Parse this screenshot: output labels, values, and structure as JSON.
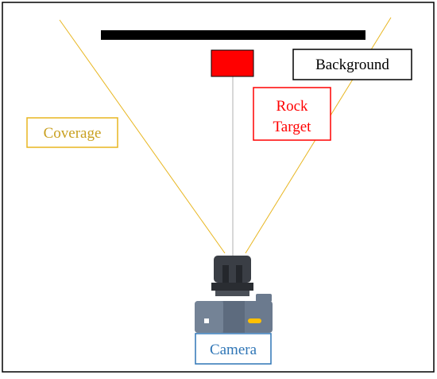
{
  "labels": {
    "background": "Background",
    "rock_line1": "Rock",
    "rock_line2": "Target",
    "coverage": "Coverage",
    "camera": "Camera"
  },
  "colors": {
    "frame": "#000000",
    "background_bar": "#000000",
    "rock": "#ff0000",
    "rock_label": "#ff0000",
    "coverage": "#e8b620",
    "coverage_label": "#c9a020",
    "camera_label": "#2e75b6",
    "camera_body": "#6b7a8e",
    "camera_lens": "#3a3e45",
    "camera_button": "#ffc000",
    "center_line": "#b0b0b0"
  },
  "icons": {
    "camera": "camera-icon"
  }
}
